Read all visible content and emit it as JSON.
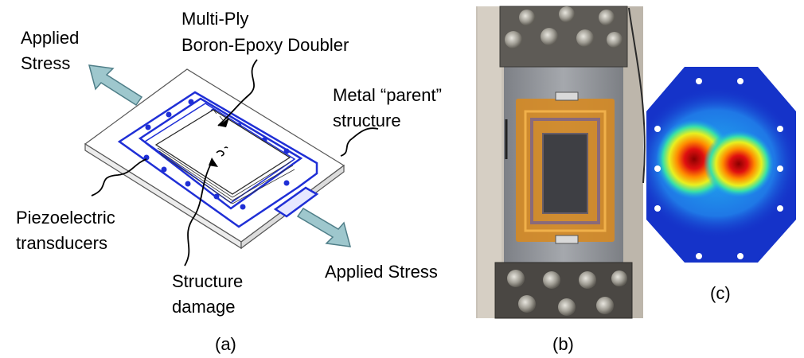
{
  "panel_a": {
    "applied_stress_top": [
      "Applied",
      "Stress"
    ],
    "doubler_label": [
      "Multi-Ply",
      "Boron-Epoxy Doubler"
    ],
    "metal_label": [
      "Metal “parent”",
      "structure"
    ],
    "piezo_label": [
      "Piezoelectric",
      "transducers"
    ],
    "damage_label": [
      "Structure",
      "damage"
    ],
    "applied_stress_bottom": "Applied Stress",
    "caption": "(a)"
  },
  "panel_b": {
    "caption": "(b)"
  },
  "panel_c": {
    "caption": "(c)"
  },
  "colors": {
    "outline_blue": "#1f2fd6",
    "arrow_fill": "#9ec7cd",
    "arrow_stroke": "#4f7e88",
    "heatmap_bg": "#1533c9",
    "photo_metal": "#8c8f94",
    "kapton_orange": "#d58a24"
  }
}
